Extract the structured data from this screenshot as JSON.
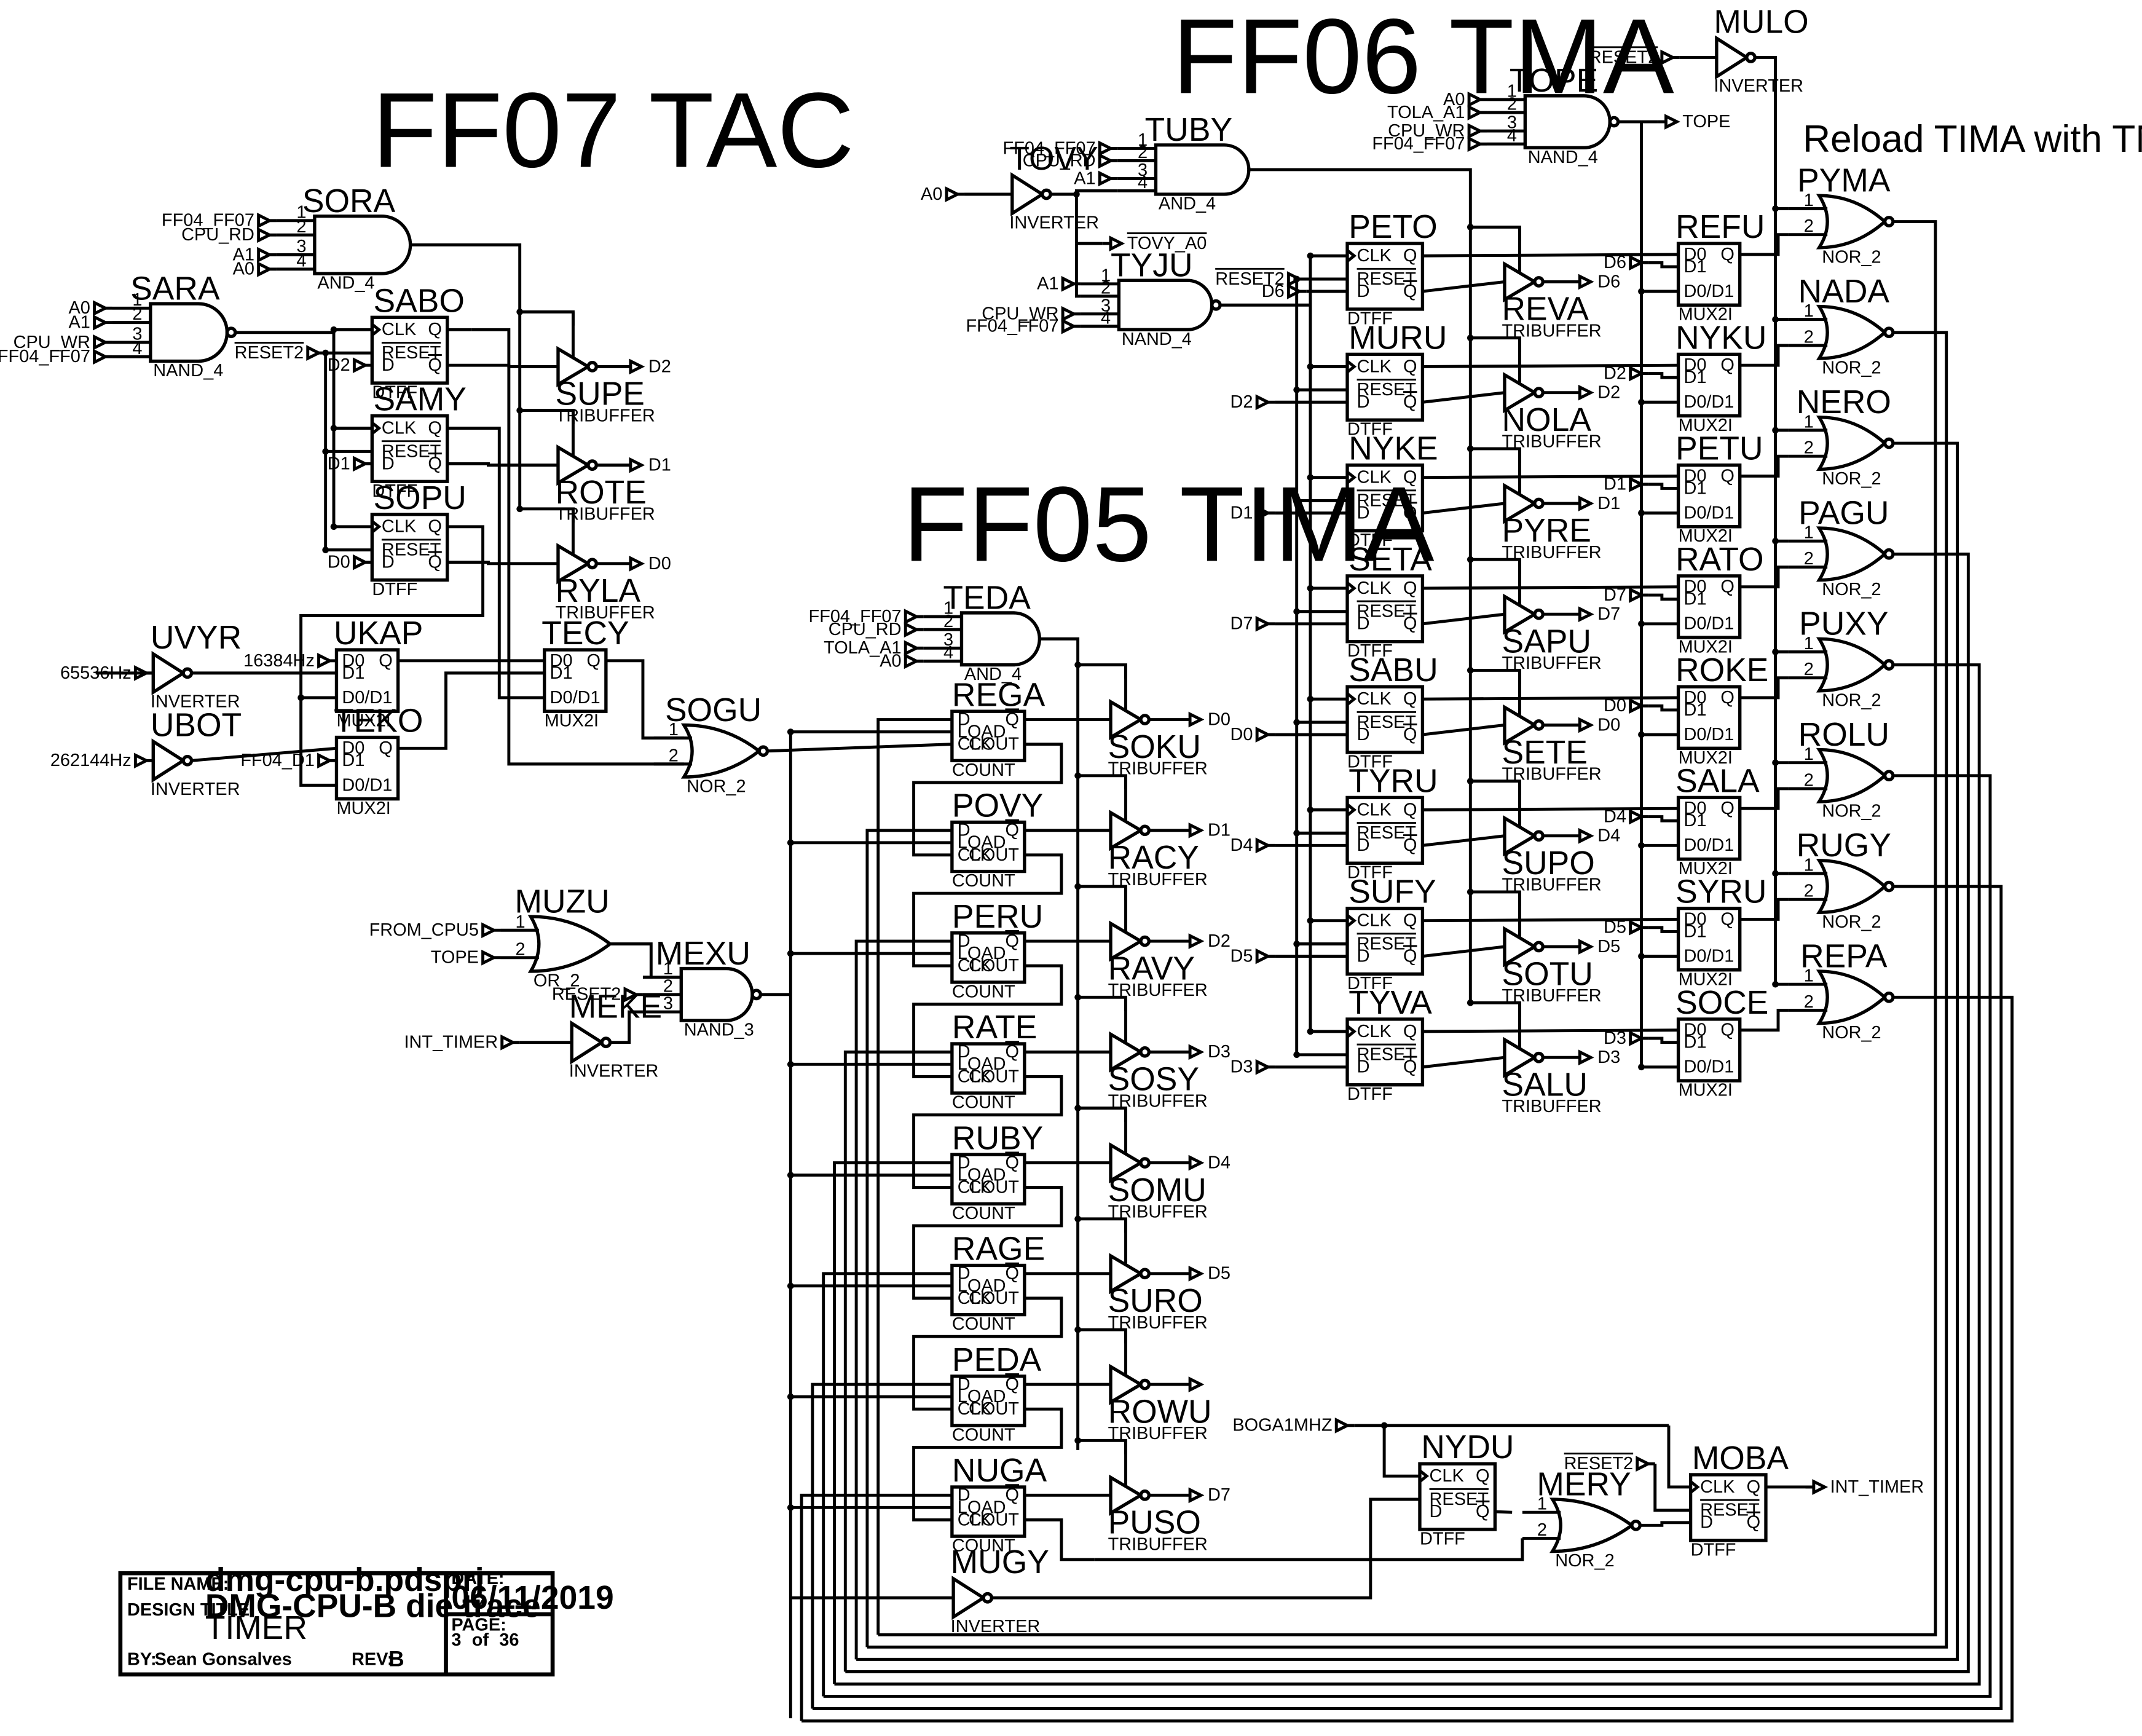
{
  "sections": {
    "tac": "FF07 TAC",
    "tma": "FF06 TMA",
    "tima": "FF05 TIMA",
    "note": "Reload TIMA with TMA or CPU write"
  },
  "types": {
    "and4": "AND_4",
    "nand4": "NAND_4",
    "nand3": "NAND_3",
    "nor2": "NOR_2",
    "or2": "OR_2",
    "inv": "INVERTER",
    "tri": "TRIBUFFER",
    "dtff": "DTFF",
    "mux": "MUX2I",
    "count": "COUNT"
  },
  "pins": {
    "clk": "CLK",
    "q": "Q",
    "qb": "Q",
    "reset": "RESET",
    "d": "D",
    "d0": "D0",
    "d1": "D1",
    "d0d1": "D0/D1",
    "load": "LOAD",
    "cout": "COUT"
  },
  "tac": {
    "sora": {
      "name": "SORA",
      "inputs": [
        "FF04_FF07",
        "CPU_RD",
        "A1",
        "A0"
      ]
    },
    "sara": {
      "name": "SARA",
      "inputs": [
        "A0",
        "A1",
        "CPU_WR",
        "FF04_FF07"
      ]
    },
    "ffs": [
      {
        "name": "SABO",
        "reset": "RESET2",
        "d": "D2"
      },
      {
        "name": "SAMY",
        "d": "D1"
      },
      {
        "name": "SOPU",
        "d": "D0"
      }
    ],
    "tris": [
      {
        "name": "SUPE",
        "out": "D2"
      },
      {
        "name": "ROTE",
        "out": "D1"
      },
      {
        "name": "RYLA",
        "out": "D0"
      }
    ],
    "uvyr": {
      "name": "UVYR",
      "in": "65536Hz"
    },
    "ubot": {
      "name": "UBOT",
      "in": "262144Hz"
    },
    "ukap": {
      "name": "UKAP",
      "in": "16384Hz"
    },
    "teko": {
      "name": "TEKO",
      "in": "FF04_D1"
    },
    "tecy": "TECY",
    "sogu": "SOGU"
  },
  "tma": {
    "tovy": {
      "name": "TOVY",
      "in": "A0",
      "out": "TOVY_A0"
    },
    "tuby": {
      "name": "TUBY",
      "inputs": [
        "FF04_FF07",
        "CPU_RD",
        "A1"
      ]
    },
    "tyju": {
      "name": "TYJU",
      "inputs": [
        "A1",
        "CPU_WR",
        "FF04_FF07"
      ]
    },
    "tope": {
      "name": "TOPE",
      "inputs": [
        "A0",
        "TOLA_A1",
        "CPU_WR",
        "FF04_FF07"
      ],
      "out": "TOPE"
    },
    "mulo": {
      "name": "MULO",
      "in": "RESET2"
    },
    "reset": "RESET2",
    "d6in": "D6",
    "rows": [
      {
        "ff": "PETO",
        "tri": "REVA",
        "mux": "REFU",
        "nor": "PYMA",
        "din": "D6",
        "tout": "D6",
        "mdin": "D6"
      },
      {
        "ff": "MURU",
        "tri": "NOLA",
        "mux": "NYKU",
        "nor": "NADA",
        "din": "D2",
        "tout": "D2",
        "mdin": "D2"
      },
      {
        "ff": "NYKE",
        "tri": "PYRE",
        "mux": "PETU",
        "nor": "NERO",
        "din": "D1",
        "tout": "D1",
        "mdin": "D1"
      },
      {
        "ff": "SETA",
        "tri": "SAPU",
        "mux": "RATO",
        "nor": "PAGU",
        "din": "D7",
        "tout": "D7",
        "mdin": "D7"
      },
      {
        "ff": "SABU",
        "tri": "SETE",
        "mux": "ROKE",
        "nor": "PUXY",
        "din": "D0",
        "tout": "D0",
        "mdin": "D0"
      },
      {
        "ff": "TYRU",
        "tri": "SUPO",
        "mux": "SALA",
        "nor": "ROLU",
        "din": "D4",
        "tout": "D4",
        "mdin": "D4"
      },
      {
        "ff": "SUFY",
        "tri": "SOTU",
        "mux": "SYRU",
        "nor": "RUGY",
        "din": "D5",
        "tout": "D5",
        "mdin": "D5"
      },
      {
        "ff": "TYVA",
        "tri": "SALU",
        "mux": "SOCE",
        "nor": "REPA",
        "din": "D3",
        "tout": "D3",
        "mdin": "D3"
      }
    ]
  },
  "tima": {
    "teda": {
      "name": "TEDA",
      "inputs": [
        "FF04_FF07",
        "CPU_RD",
        "TOLA_A1",
        "A0"
      ]
    },
    "counters": [
      {
        "name": "REGA",
        "tri": "SOKU",
        "out": "D0"
      },
      {
        "name": "POVY",
        "tri": "RACY",
        "out": "D1"
      },
      {
        "name": "PERU",
        "tri": "RAVY",
        "out": "D2"
      },
      {
        "name": "RATE",
        "tri": "SOSY",
        "out": "D3"
      },
      {
        "name": "RUBY",
        "tri": "SOMU",
        "out": "D4"
      },
      {
        "name": "RAGE",
        "tri": "SURO",
        "out": "D5"
      },
      {
        "name": "PEDA",
        "tri": "ROWU",
        "out": ""
      },
      {
        "name": "NUGA",
        "tri": "PUSO",
        "out": "D7"
      }
    ],
    "muzu": {
      "name": "MUZU",
      "inputs": [
        "FROM_CPU5",
        "TOPE"
      ]
    },
    "meke": {
      "name": "MEKE",
      "in": "INT_TIMER"
    },
    "mexu": {
      "name": "MEXU",
      "reset": "RESET2"
    },
    "mugy": "MUGY",
    "nydu": {
      "name": "NYDU",
      "clk": "BOGA1MHZ"
    },
    "mery": "MERY",
    "moba": {
      "name": "MOBA",
      "reset": "RESET2",
      "out": "INT_TIMER"
    }
  },
  "titleblock": {
    "file_label": "FILE NAME:",
    "file": "dmg-cpu-b.pdsprj",
    "design_label": "DESIGN TITLE:",
    "design1": "DMG-CPU-B die trace",
    "design2": "TIMER",
    "by_label": "BY:",
    "by": "Sean Gonsalves",
    "rev_label": "REV:",
    "rev": "B",
    "date_label": "DATE:",
    "date": "06/11/2019",
    "page_label": "PAGE:",
    "page": "3",
    "of": "of",
    "total": "36"
  }
}
